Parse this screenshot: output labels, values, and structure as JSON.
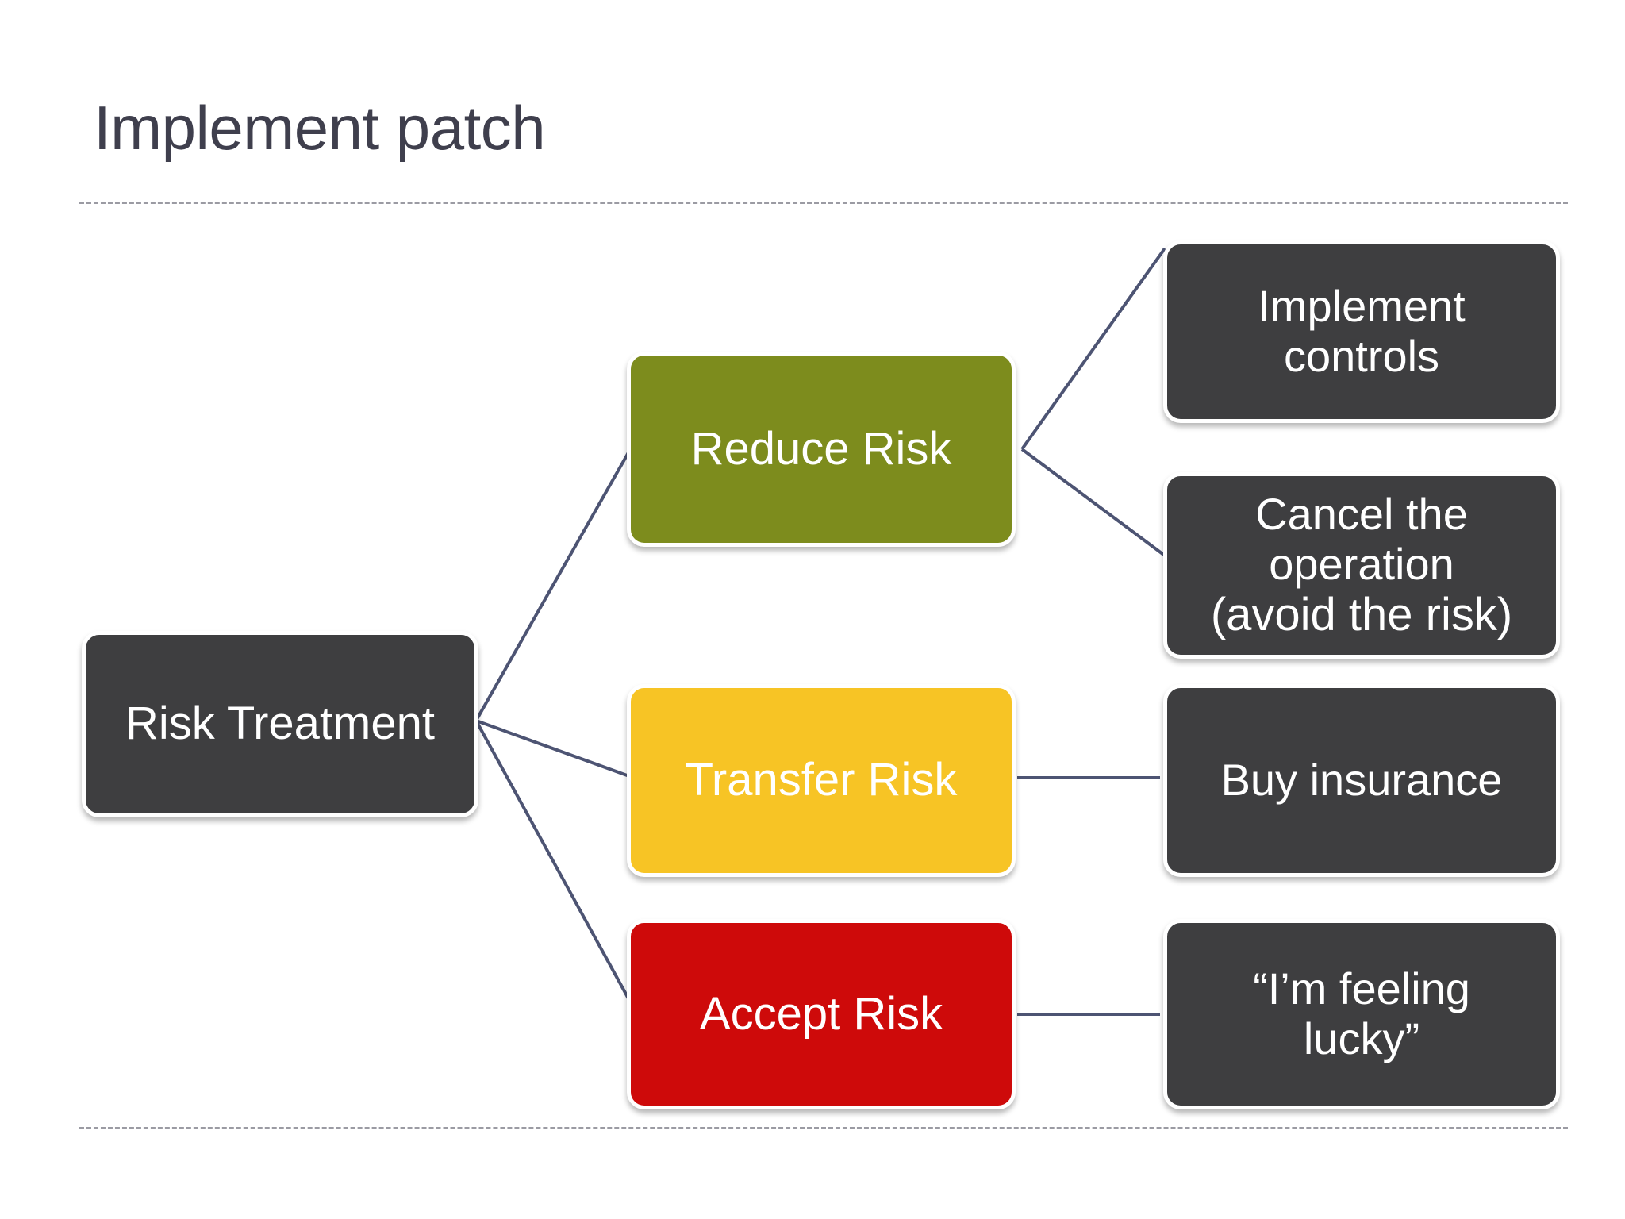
{
  "slide": {
    "title": "Implement patch",
    "background_color": "#ffffff",
    "title_color": "#3f3f4d",
    "rule_color": "#9b9ba3",
    "connector_color": "#4d5473"
  },
  "diagram": {
    "type": "tree",
    "orientation": "left-to-right",
    "root": {
      "id": "risk-treatment",
      "label": "Risk Treatment",
      "color": "#3e3e40",
      "text_color": "#ffffff"
    },
    "branches": [
      {
        "id": "reduce-risk",
        "label": "Reduce Risk",
        "color": "#7d8c1d",
        "text_color": "#ffffff",
        "children": [
          {
            "id": "implement-controls",
            "lines": [
              "Implement",
              "controls"
            ],
            "color": "#3e3e40",
            "text_color": "#ffffff"
          },
          {
            "id": "cancel-operation",
            "lines": [
              "Cancel the",
              "operation",
              "(avoid the risk)"
            ],
            "color": "#3e3e40",
            "text_color": "#ffffff"
          }
        ]
      },
      {
        "id": "transfer-risk",
        "label": "Transfer Risk",
        "color": "#f7c425",
        "text_color": "#ffffff",
        "children": [
          {
            "id": "buy-insurance",
            "lines": [
              "Buy insurance"
            ],
            "color": "#3e3e40",
            "text_color": "#ffffff"
          }
        ]
      },
      {
        "id": "accept-risk",
        "label": "Accept Risk",
        "color": "#ce0a0a",
        "text_color": "#ffffff",
        "children": [
          {
            "id": "feeling-lucky",
            "lines": [
              "“I’m feeling",
              "lucky”"
            ],
            "color": "#3e3e40",
            "text_color": "#ffffff"
          }
        ]
      }
    ]
  }
}
